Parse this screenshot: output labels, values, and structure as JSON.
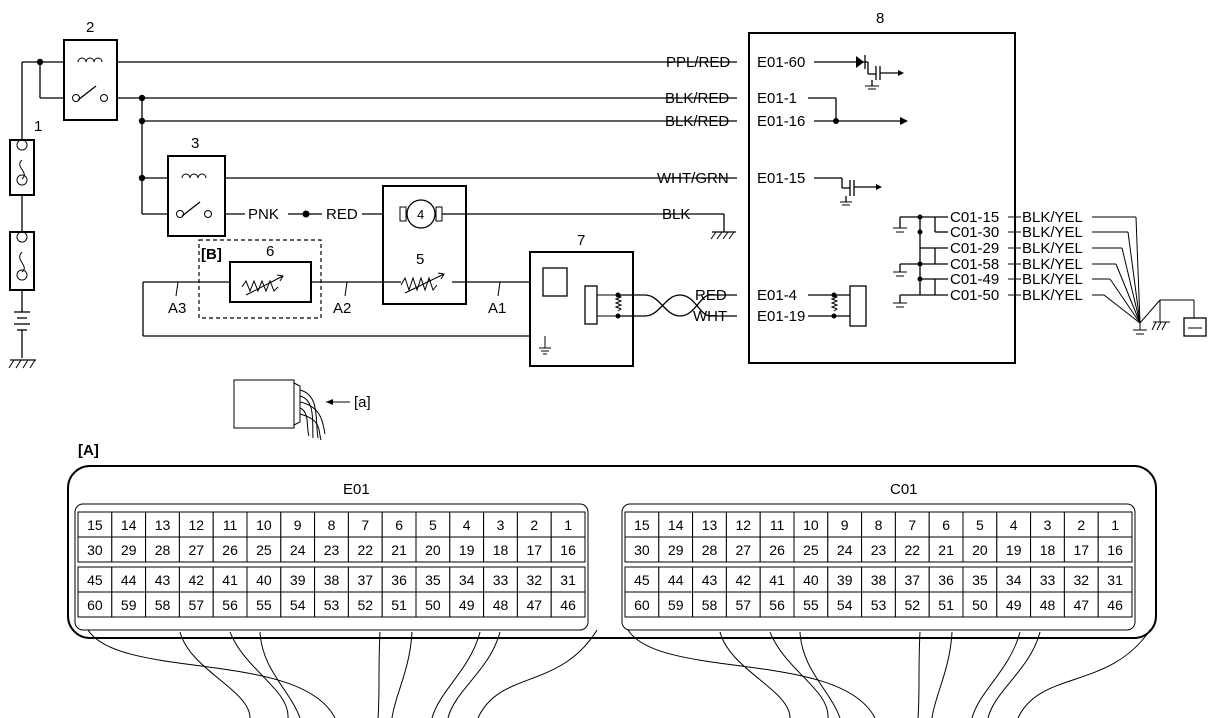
{
  "component_numbers": {
    "c1": "1",
    "c2": "2",
    "c3": "3",
    "c4": "4",
    "c5": "5",
    "c6": "6",
    "c7": "7",
    "c8": "8"
  },
  "section_labels": {
    "A": "[A]",
    "B": "[B]",
    "a": "[a]"
  },
  "wire_labels": {
    "ppl_red": "PPL/RED",
    "blk_red_1": "BLK/RED",
    "blk_red_2": "BLK/RED",
    "wht_grn": "WHT/GRN",
    "pnk": "PNK",
    "red_motor": "RED",
    "blk_motor": "BLK",
    "red_sensor": "RED",
    "wht_sensor": "WHT",
    "a1": "A1",
    "a2": "A2",
    "a3": "A3"
  },
  "ecm_terminals": {
    "e01_60": "E01-60",
    "e01_1": "E01-1",
    "e01_16": "E01-16",
    "e01_15": "E01-15",
    "e01_4": "E01-4",
    "e01_19": "E01-19"
  },
  "ground_terminals": [
    {
      "terminal": "C01-15",
      "wire": "BLK/YEL"
    },
    {
      "terminal": "C01-30",
      "wire": "BLK/YEL"
    },
    {
      "terminal": "C01-29",
      "wire": "BLK/YEL"
    },
    {
      "terminal": "C01-58",
      "wire": "BLK/YEL"
    },
    {
      "terminal": "C01-49",
      "wire": "BLK/YEL"
    },
    {
      "terminal": "C01-50",
      "wire": "BLK/YEL"
    }
  ],
  "connectors": [
    {
      "name": "E01",
      "rows": [
        [
          "15",
          "14",
          "13",
          "12",
          "11",
          "10",
          "9",
          "8",
          "7",
          "6",
          "5",
          "4",
          "3",
          "2",
          "1"
        ],
        [
          "30",
          "29",
          "28",
          "27",
          "26",
          "25",
          "24",
          "23",
          "22",
          "21",
          "20",
          "19",
          "18",
          "17",
          "16"
        ],
        [
          "45",
          "44",
          "43",
          "42",
          "41",
          "40",
          "39",
          "38",
          "37",
          "36",
          "35",
          "34",
          "33",
          "32",
          "31"
        ],
        [
          "60",
          "59",
          "58",
          "57",
          "56",
          "55",
          "54",
          "53",
          "52",
          "51",
          "50",
          "49",
          "48",
          "47",
          "46"
        ]
      ]
    },
    {
      "name": "C01",
      "rows": [
        [
          "15",
          "14",
          "13",
          "12",
          "11",
          "10",
          "9",
          "8",
          "7",
          "6",
          "5",
          "4",
          "3",
          "2",
          "1"
        ],
        [
          "30",
          "29",
          "28",
          "27",
          "26",
          "25",
          "24",
          "23",
          "22",
          "21",
          "20",
          "19",
          "18",
          "17",
          "16"
        ],
        [
          "45",
          "44",
          "43",
          "42",
          "41",
          "40",
          "39",
          "38",
          "37",
          "36",
          "35",
          "34",
          "33",
          "32",
          "31"
        ],
        [
          "60",
          "59",
          "58",
          "57",
          "56",
          "55",
          "54",
          "53",
          "52",
          "51",
          "50",
          "49",
          "48",
          "47",
          "46"
        ]
      ]
    }
  ]
}
